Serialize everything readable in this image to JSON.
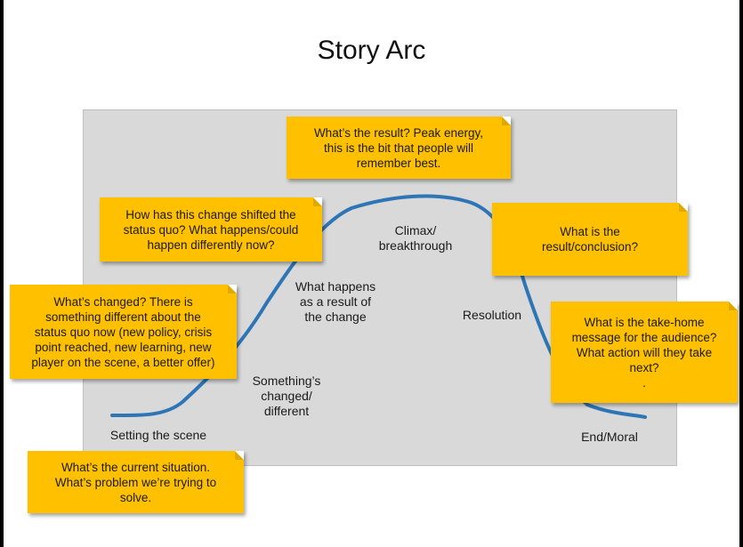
{
  "title": "Story Arc",
  "curve_labels": {
    "setting": "Setting the scene",
    "changed": "Something’s\nchanged/\ndifferent",
    "happens": "What happens\nas a result of\nthe change",
    "climax": "Climax/\nbreakthrough",
    "resolution": "Resolution",
    "end": "End/Moral"
  },
  "notes": {
    "current": "What’s the current situation.\nWhat’s problem we’re trying to\nsolve.",
    "changed": "What’s changed? There is\nsomething different about the\nstatus quo now (new policy, crisis\npoint reached, new learning, new\nplayer on the scene, a better offer)",
    "shifted": "How has this change shifted the\nstatus quo? What happens/could\nhappen differently now?",
    "result": "What’s the result? Peak energy,\nthis is the bit that people will\nremember best.",
    "conclusion": "What is the\nresult/conclusion?",
    "takehome": "What is the take-home\nmessage for the audience?\nWhat action will they take\nnext?\n."
  },
  "colors": {
    "note": "#ffc000",
    "curve": "#2e75b6",
    "panel": "#d9d9d9"
  }
}
